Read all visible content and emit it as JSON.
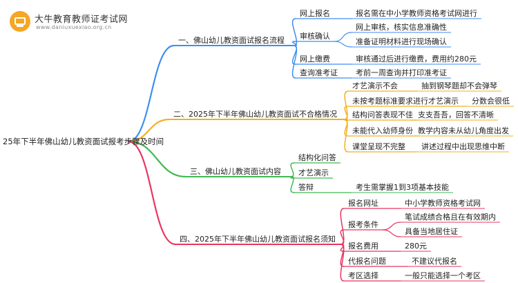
{
  "brand": {
    "title": "大牛教育教师证考试网",
    "url": "www.daniuxuexiao.org.cn"
  },
  "root": {
    "label": "25年下半年佛山幼儿教资面试报考步骤及时间"
  },
  "branches": [
    {
      "label": "一、佛山幼儿教资面试报名流程",
      "color": "#3d8ef0",
      "children": [
        {
          "label": "网上报名",
          "children": [
            {
              "label": "报名需在中小学教师资格考试网进行"
            }
          ]
        },
        {
          "label": "审核确认",
          "children": [
            {
              "label": "网上审核，核实信息准确性"
            },
            {
              "label": "准备证明材料进行现场确认"
            }
          ]
        },
        {
          "label": "网上缴费",
          "children": [
            {
              "label": "审核通过后进行缴费，费用约280元"
            }
          ]
        },
        {
          "label": "查询准考证",
          "children": [
            {
              "label": "考前一周查询并打印准考证"
            }
          ]
        }
      ]
    },
    {
      "label": "二、2025年下半年佛山幼儿教资面试不合格情况",
      "color": "#f2b01e",
      "children": [
        {
          "label": "才艺演示不会",
          "children": [
            {
              "label": "抽到钢琴题却不会弹琴"
            }
          ]
        },
        {
          "label": "未按考题标准要求进行才艺演示",
          "children": [
            {
              "label": "分数会很低"
            }
          ]
        },
        {
          "label": "结构问答表现不佳",
          "children": [
            {
              "label": "支支吾吾，回答不清晰"
            }
          ]
        },
        {
          "label": "未能代入幼师身份",
          "children": [
            {
              "label": "教学内容未从幼儿角度出发"
            }
          ]
        },
        {
          "label": "课堂呈现不完整",
          "children": [
            {
              "label": "讲述过程中出现思维中断"
            }
          ]
        }
      ]
    },
    {
      "label": "三、佛山幼儿教资面试内容",
      "color": "#3fb950",
      "children": [
        {
          "label": "结构化问答",
          "children": []
        },
        {
          "label": "才艺演示",
          "children": []
        },
        {
          "label": "答辩",
          "children": [
            {
              "label": "考生需掌握1到3项基本技能"
            }
          ]
        }
      ]
    },
    {
      "label": "四、2025年下半年佛山幼儿教资面试报名须知",
      "color": "#e8355f",
      "children": [
        {
          "label": "报名网址",
          "children": [
            {
              "label": "中小学教师资格考试网"
            }
          ]
        },
        {
          "label": "报考条件",
          "children": [
            {
              "label": "笔试成绩合格且在有效期内"
            },
            {
              "label": "具备当地居住证"
            }
          ]
        },
        {
          "label": "报名费用",
          "children": [
            {
              "label": "280元"
            }
          ]
        },
        {
          "label": "代报名问题",
          "children": [
            {
              "label": "不建议代报名"
            }
          ]
        },
        {
          "label": "考区选择",
          "children": [
            {
              "label": "一般只能选择一个考区"
            }
          ]
        }
      ]
    }
  ]
}
